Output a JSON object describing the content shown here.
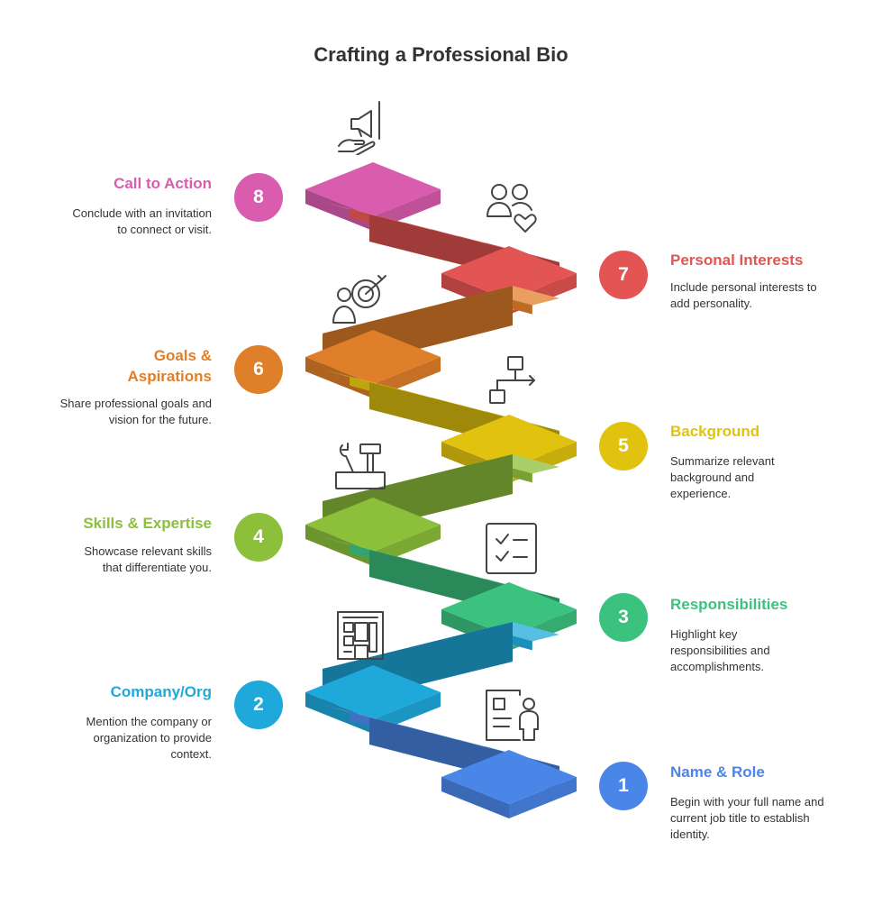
{
  "title": "Crafting a Professional Bio",
  "steps": [
    {
      "number": "1",
      "title": "Name & Role",
      "description": "Begin with your full name and current job title to establish identity.",
      "color": "#4A86E8",
      "icon": "id-card-person-icon"
    },
    {
      "number": "2",
      "title": "Company/Org",
      "description": "Mention the company or organization to provide context.",
      "color": "#1FA9DB",
      "icon": "building-icon"
    },
    {
      "number": "3",
      "title": "Responsibilities",
      "description": "Highlight key responsibilities and accomplishments.",
      "color": "#3CC27F",
      "icon": "checklist-icon"
    },
    {
      "number": "4",
      "title": "Skills & Expertise",
      "description": "Showcase relevant skills that differentiate you.",
      "color": "#8CBF3A",
      "icon": "toolbox-icon"
    },
    {
      "number": "5",
      "title": "Background",
      "description": "Summarize relevant background and experience.",
      "color": "#E1C30F",
      "icon": "flowchart-icon"
    },
    {
      "number": "6",
      "title": "Goals & Aspirations",
      "description": "Share professional goals and vision for the future.",
      "color": "#E07F2A",
      "icon": "person-target-icon"
    },
    {
      "number": "7",
      "title": "Personal Interests",
      "description": "Include personal interests to add personality.",
      "color": "#E35552",
      "icon": "people-heart-icon"
    },
    {
      "number": "8",
      "title": "Call to Action",
      "description": "Conclude with an invitation to connect or visit.",
      "color": "#D95CAE",
      "icon": "megaphone-hand-icon"
    }
  ]
}
